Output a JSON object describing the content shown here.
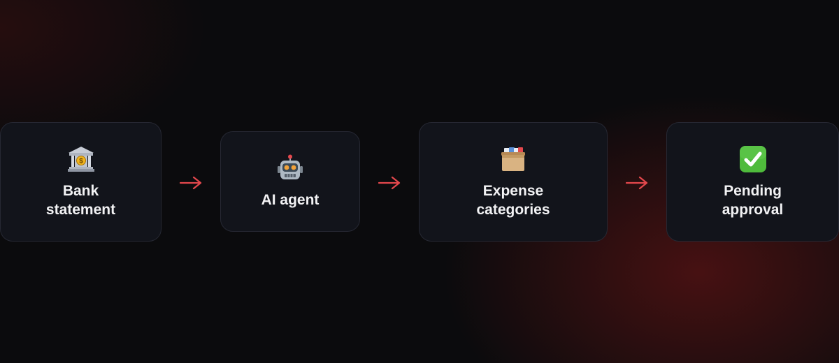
{
  "flow": {
    "steps": [
      {
        "label": "Bank\nstatement",
        "icon": "bank-icon"
      },
      {
        "label": "AI agent",
        "icon": "robot-icon"
      },
      {
        "label": "Expense\ncategories",
        "icon": "card-file-box-icon"
      },
      {
        "label": "Pending\napproval",
        "icon": "check-mark-button-icon"
      }
    ],
    "arrow_icon": "arrow-right-icon"
  },
  "colors": {
    "arrow": "#e5484d",
    "card_background": "#12141b",
    "card_border": "#262833",
    "text": "#f2f2f4",
    "glow": "#7a1616"
  }
}
